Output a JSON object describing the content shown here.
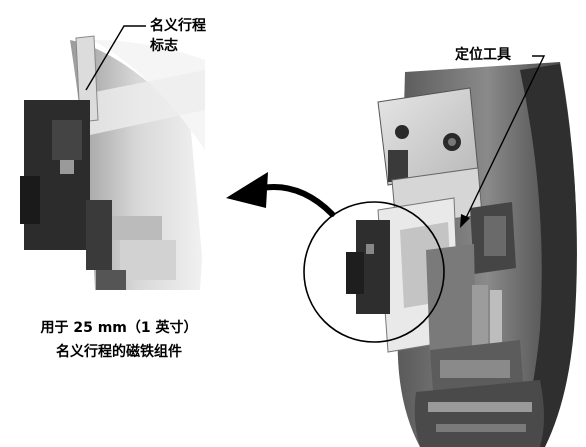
{
  "labels": {
    "travel_indicator": [
      "名义行程",
      "标志"
    ],
    "positioning_tool": "定位工具",
    "caption": [
      "用于 25 mm（1 英寸）",
      "名义行程的磁铁组件"
    ]
  },
  "colors": {
    "ink": "#000000",
    "background": "#ffffff",
    "housing_dark": "#3a3a3a",
    "housing_mid": "#6e6e6e",
    "metal_light": "#cfcfcf"
  }
}
